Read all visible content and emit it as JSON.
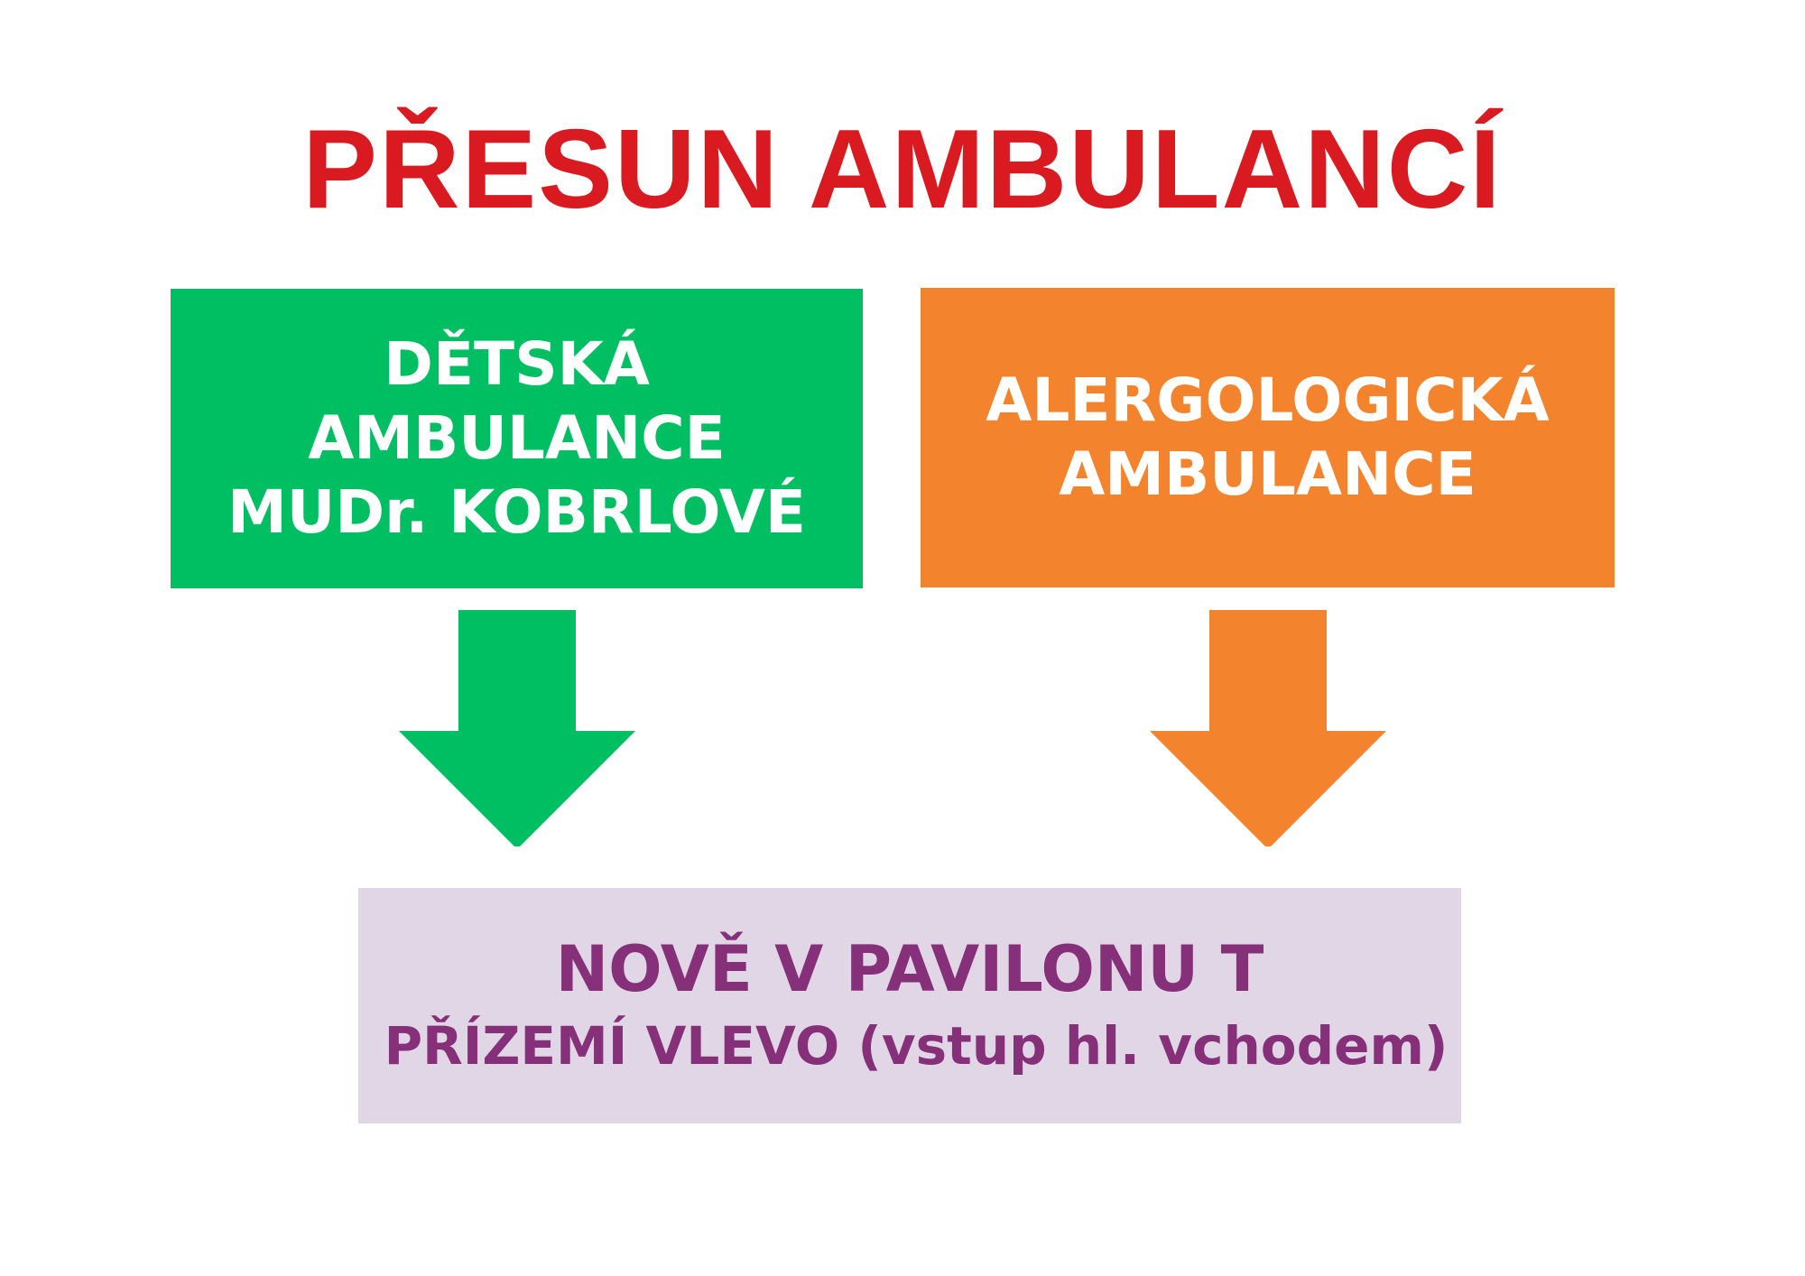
{
  "title": "PŘESUN AMBULANCÍ",
  "left_box": {
    "lines": [
      "DĚTSKÁ",
      "AMBULANCE",
      "MUDr. KOBRLOVÉ"
    ]
  },
  "right_box": {
    "lines": [
      "ALERGOLOGICKÁ",
      "AMBULANCE"
    ]
  },
  "bottom_box": {
    "line1": "NOVĚ V PAVILONU T",
    "line2": "PŘÍZEMÍ VLEVO (vstup hl. vchodem)"
  },
  "colors": {
    "title": "#d91a21",
    "green": "#00bf63",
    "orange": "#f4832e",
    "lilac_bg": "#e0d6e6",
    "purple_text": "#87307a",
    "white_text": "#ffffff"
  },
  "icons": {
    "left_arrow": "down-arrow",
    "right_arrow": "down-arrow"
  }
}
